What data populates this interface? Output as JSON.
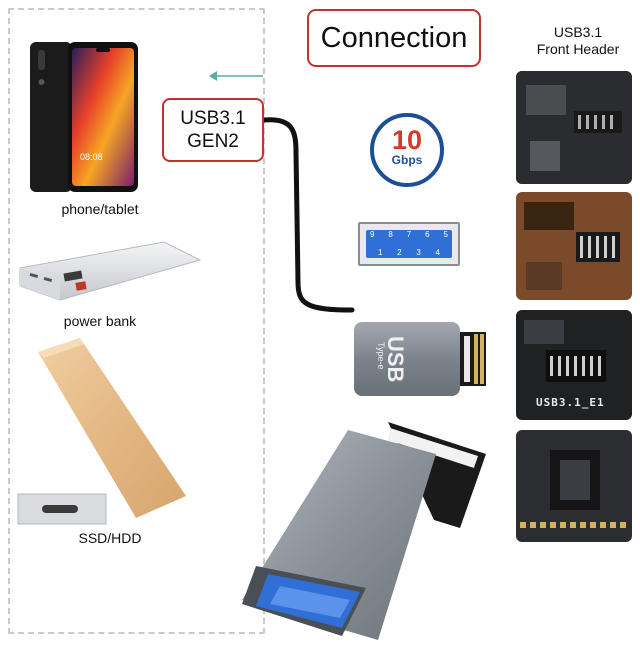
{
  "connection_label": "Connection",
  "usb_label": [
    "USB3.1",
    "GEN2"
  ],
  "speed_badge": {
    "value": "10",
    "unit": "Gbps"
  },
  "front_header_label": [
    "USB3.1",
    "Front Header"
  ],
  "devices": [
    {
      "label": "phone/tablet"
    },
    {
      "label": "power bank"
    },
    {
      "label": "SSD/HDD"
    }
  ],
  "usb_port_pins": [
    "9",
    "8",
    "7",
    "6",
    "5",
    "1",
    "2",
    "3",
    "4"
  ],
  "adapter_print": [
    "Type-e",
    "USB"
  ],
  "board_silkscreen": "USB3.1_E1",
  "colors": {
    "accent_red": "#c0342b",
    "badge_blue": "#1d4f95",
    "usb_blue": "#2f6fd6"
  }
}
